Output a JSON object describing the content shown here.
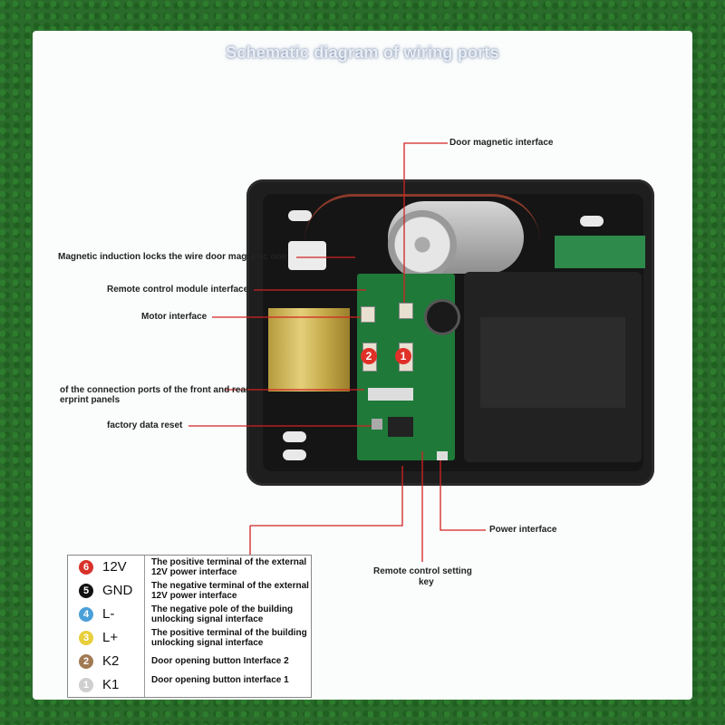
{
  "title": "Schematic diagram of wiring ports",
  "colors": {
    "leader": "#d22222",
    "pcb": "#1f7a3a",
    "frame": "#2a6a2a"
  },
  "pcb_markers": [
    "2",
    "1"
  ],
  "annotations": {
    "door_magnetic": "Door magnetic interface",
    "magnetic_induction": "Magnetic induction locks the wire door magnetic one",
    "remote_module": "Remote control module interface",
    "motor": "Motor interface",
    "front_rear_line1": "of the connection ports of the front and rear",
    "front_rear_line2": "erprint panels",
    "factory_reset": "factory data reset",
    "power": "Power interface",
    "remote_key_line1": "Remote control setting",
    "remote_key_line2": "key"
  },
  "legend": [
    {
      "num": "6",
      "color": "#d8322a",
      "pin": "12V",
      "desc": "The positive terminal of the external 12V power interface"
    },
    {
      "num": "5",
      "color": "#111111",
      "pin": "GND",
      "desc": "The negative terminal of the external 12V power interface"
    },
    {
      "num": "4",
      "color": "#4aa0d8",
      "pin": "L-",
      "desc": "The negative pole of the building unlocking signal interface"
    },
    {
      "num": "3",
      "color": "#e8cf3c",
      "pin": "L+",
      "desc": "The positive terminal of the building unlocking signal interface"
    },
    {
      "num": "2",
      "color": "#a07a52",
      "pin": "K2",
      "desc": "Door opening button Interface 2"
    },
    {
      "num": "1",
      "color": "#cfcfcf",
      "pin": "K1",
      "desc": "Door opening button interface 1"
    }
  ]
}
